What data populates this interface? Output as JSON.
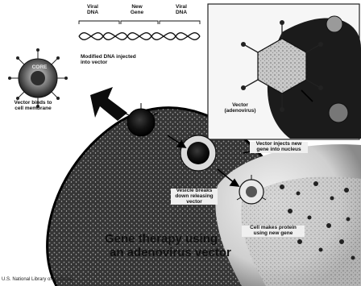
{
  "labels": {
    "viral_dna_left": "Viral\nDNA",
    "new_gene": "New\nGene",
    "viral_dna_right": "Viral\nDNA",
    "core": "CORE",
    "modified_dna": "Modified DNA injected\ninto vector",
    "vector_binds": "Vector binds to\ncell membrane",
    "vector_adenovirus": "Vector\n(adenovirus)",
    "vector_injects": "Vector injects new\ngene into nucleus",
    "vesicle_breaks": "Vesicle breaks\ndown releasing\nvector",
    "cell_makes": "Cell makes protein\nusing new gene"
  },
  "title": {
    "line1": "Gene therapy using",
    "line2": "an adenovirus vector"
  },
  "footer": "U.S. National Library of Medicine",
  "colors": {
    "background": "#ffffff",
    "ink": "#111111",
    "dark_tissue": "#1a1a1a"
  }
}
